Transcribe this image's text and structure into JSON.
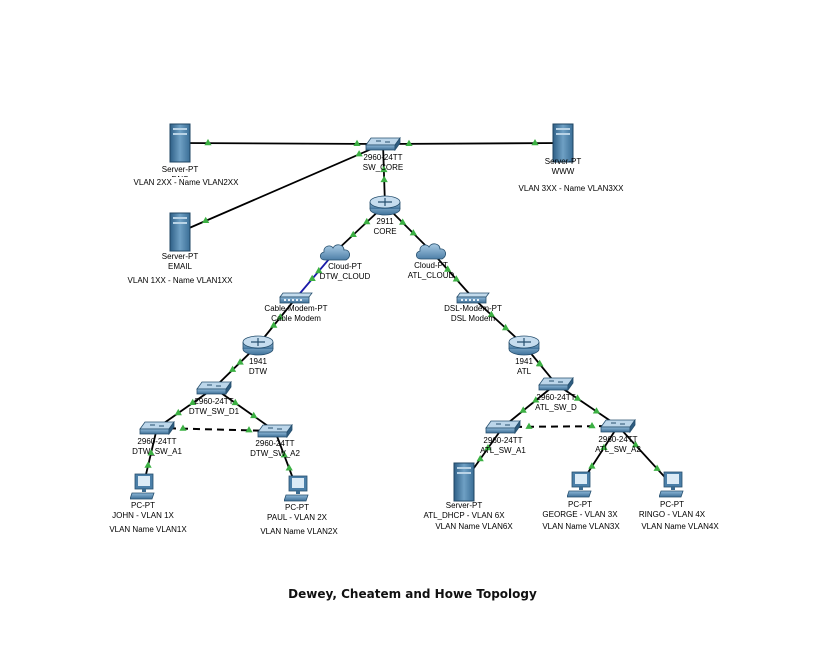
{
  "caption": "Dewey, Cheatem and Howe Topology",
  "colors": {
    "link": "#000000",
    "port_up": "#3cb043",
    "serial": "#1a1aa8",
    "device": "#4a7fa8"
  },
  "nodes": {
    "dns": {
      "type": "Server-PT",
      "name": "DNS",
      "icon": "server-icon",
      "vlan": "VLAN 2XX - Name VLAN2XX"
    },
    "www": {
      "type": "Server-PT",
      "name": "WWW",
      "icon": "server-icon",
      "vlan": "VLAN 3XX - Name VLAN3XX"
    },
    "email": {
      "type": "Server-PT",
      "name": "EMAIL",
      "icon": "server-icon",
      "vlan": "VLAN 1XX - Name VLAN1XX"
    },
    "sw_core": {
      "type": "2960-24TT",
      "name": "SW_CORE",
      "icon": "switch-icon"
    },
    "core": {
      "type": "2911",
      "name": "CORE",
      "icon": "router-icon"
    },
    "dtw_cloud": {
      "type": "Cloud-PT",
      "name": "DTW_CLOUD",
      "icon": "cloud-icon"
    },
    "atl_cloud": {
      "type": "Cloud-PT",
      "name": "ATL_CLOUD",
      "icon": "cloud-icon"
    },
    "cable_modem": {
      "type": "Cable-Modem-PT",
      "name": "Cable Modem",
      "icon": "modem-icon"
    },
    "dsl_modem": {
      "type": "DSL-Modem-PT",
      "name": "DSL Modem",
      "icon": "modem-icon"
    },
    "dtw": {
      "type": "1941",
      "name": "DTW",
      "icon": "router-icon"
    },
    "atl": {
      "type": "1941",
      "name": "ATL",
      "icon": "router-icon"
    },
    "dtw_sw_d1": {
      "type": "2960-24TT",
      "name": "DTW_SW_D1",
      "icon": "switch-icon"
    },
    "atl_sw_d": {
      "type": "2960-24TT",
      "name": "ATL_SW_D",
      "icon": "switch-icon"
    },
    "dtw_sw_a1": {
      "type": "2960-24TT",
      "name": "DTW_SW_A1",
      "icon": "switch-icon"
    },
    "dtw_sw_a2": {
      "type": "2960-24TT",
      "name": "DTW_SW_A2",
      "icon": "switch-icon"
    },
    "atl_sw_a1": {
      "type": "2960-24TT",
      "name": "ATL_SW_A1",
      "icon": "switch-icon"
    },
    "atl_sw_a2": {
      "type": "2960-24TT",
      "name": "ATL_SW_A2",
      "icon": "switch-icon"
    },
    "john": {
      "type": "PC-PT",
      "name": "JOHN - VLAN 1X",
      "icon": "pc-icon",
      "vlan": "VLAN Name VLAN1X"
    },
    "paul": {
      "type": "PC-PT",
      "name": "PAUL - VLAN 2X",
      "icon": "pc-icon",
      "vlan": "VLAN Name VLAN2X"
    },
    "atl_dhcp": {
      "type": "Server-PT",
      "name": "ATL_DHCP - VLAN 6X",
      "icon": "server-icon",
      "vlan": "VLAN Name VLAN6X"
    },
    "george": {
      "type": "PC-PT",
      "name": "GEORGE - VLAN 3X",
      "icon": "pc-icon",
      "vlan": "VLAN Name VLAN3X"
    },
    "ringo": {
      "type": "PC-PT",
      "name": "RINGO - VLAN 4X",
      "icon": "pc-icon",
      "vlan": "VLAN Name VLAN4X"
    }
  }
}
